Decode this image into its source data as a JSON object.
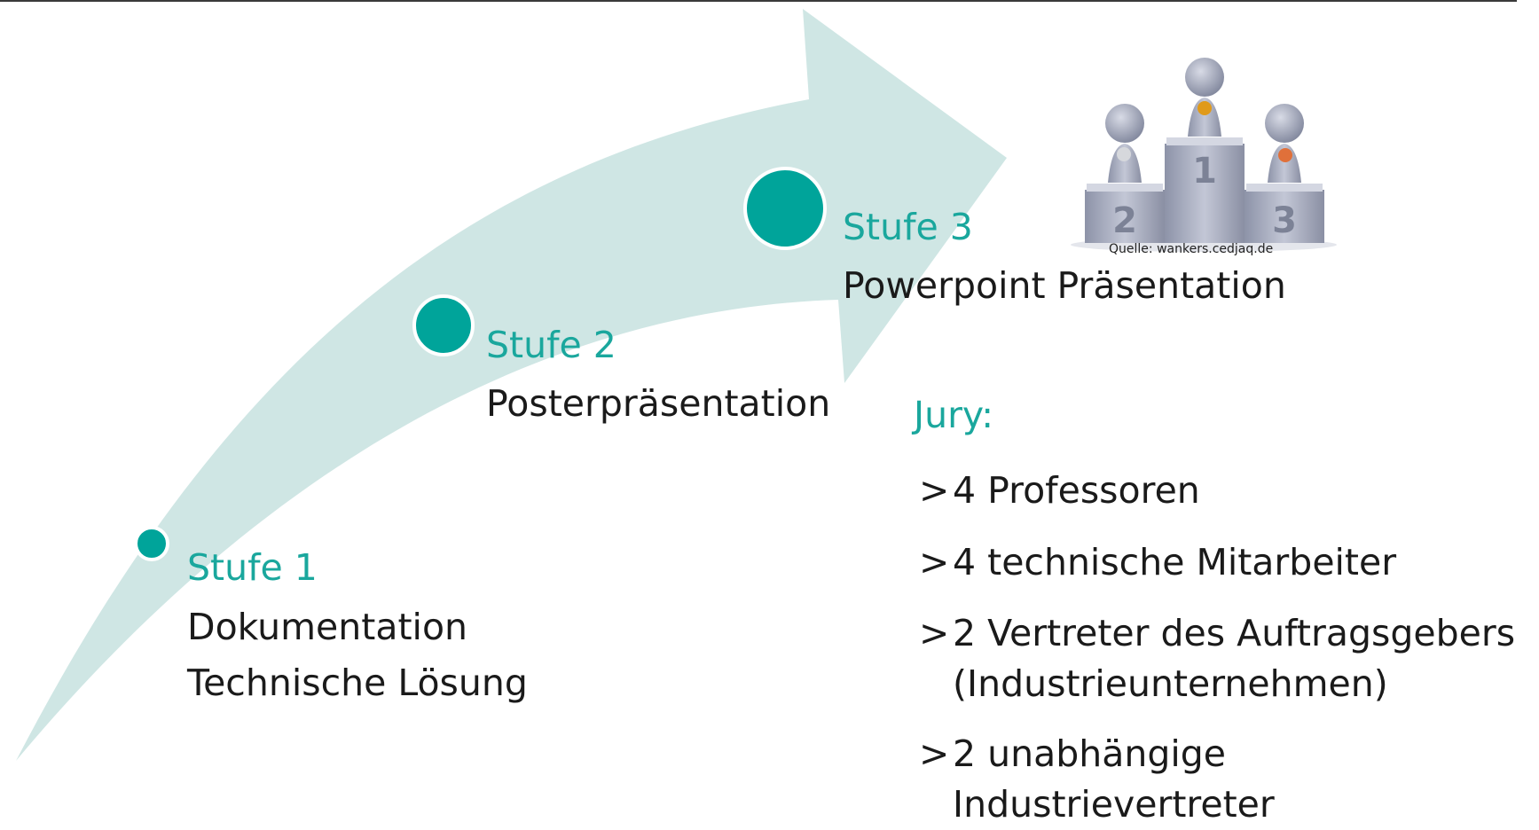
{
  "stages": [
    {
      "title": "Stufe 1",
      "lines": [
        "Dokumentation",
        "Technische Lösung"
      ]
    },
    {
      "title": "Stufe 2",
      "lines": [
        "Posterpräsentation"
      ]
    },
    {
      "title": "Stufe 3",
      "lines": [
        "Powerpoint Präsentation"
      ]
    }
  ],
  "podium": {
    "places": [
      "1",
      "2",
      "3"
    ],
    "source": "Quelle: wankers.cedjaq.de"
  },
  "jury": {
    "title": "Jury:",
    "items": [
      {
        "bullet": ">",
        "text": "4 Professoren",
        "sub": ""
      },
      {
        "bullet": ">",
        "text": "4 technische Mitarbeiter",
        "sub": ""
      },
      {
        "bullet": ">",
        "text": "2 Vertreter des Auftragsgebers",
        "sub": "(Industrieunternehmen)"
      },
      {
        "bullet": ">",
        "text": "2 unabhängige",
        "sub": "Industrievertreter"
      }
    ]
  },
  "colors": {
    "accent": "#1aa79d",
    "dot": "#00a49a",
    "arrow": "#cfe6e4",
    "text": "#1a1a1a"
  }
}
